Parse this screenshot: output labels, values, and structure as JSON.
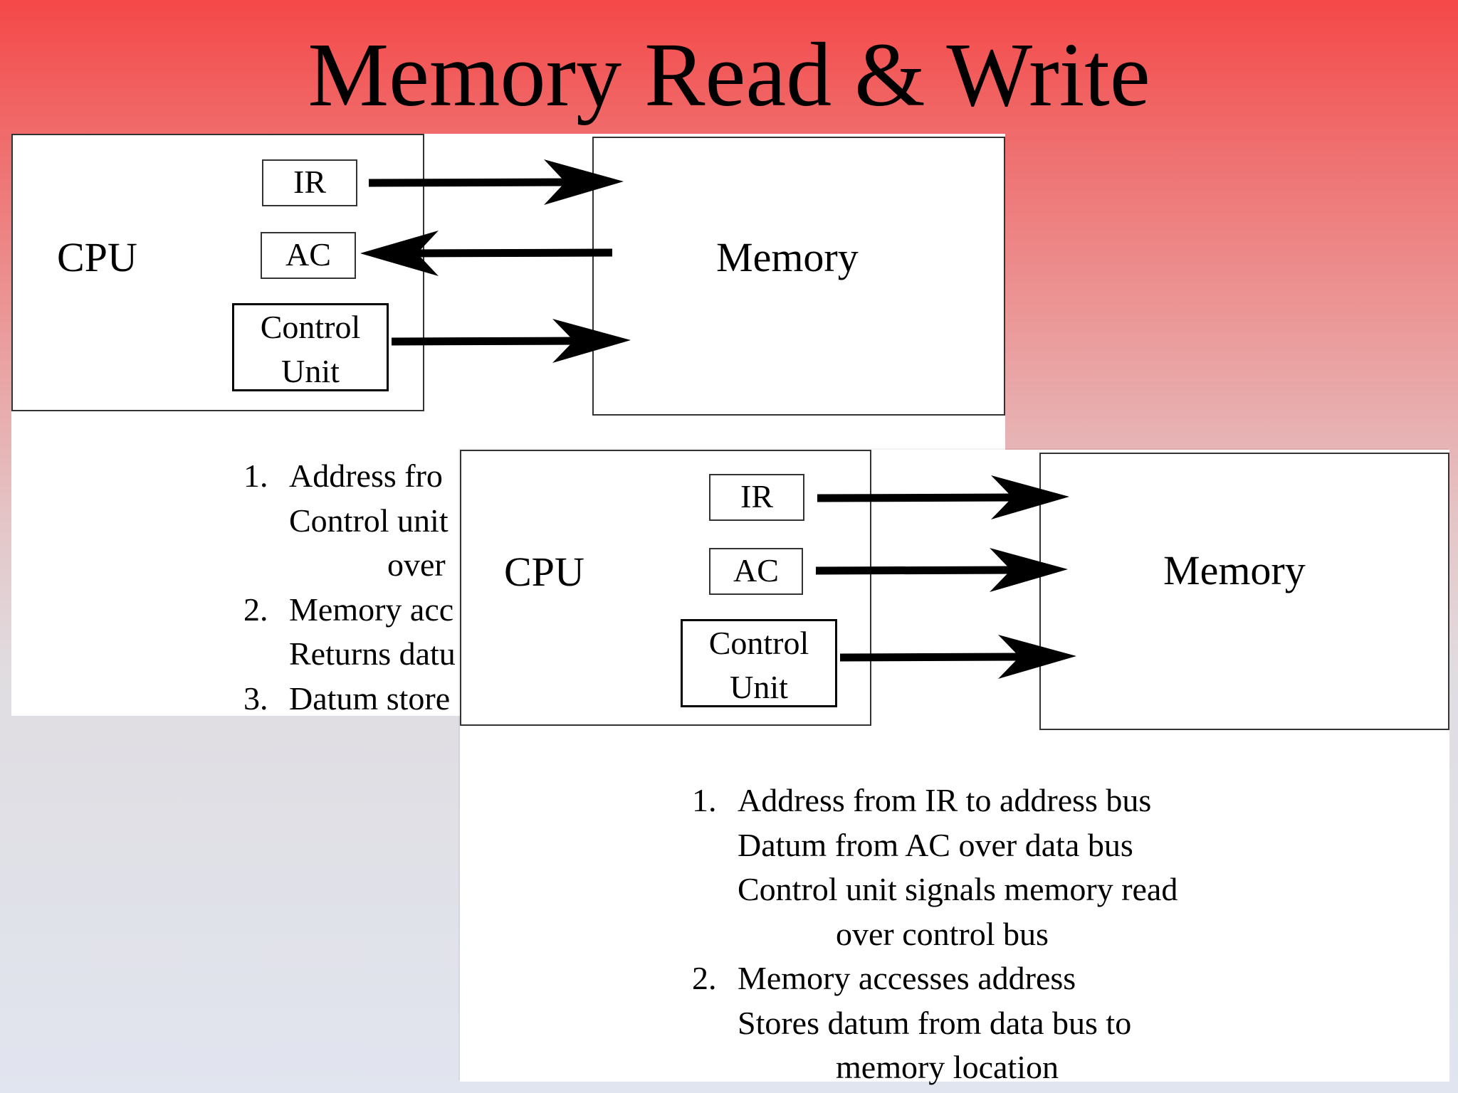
{
  "title": "Memory Read & Write",
  "read_slide": {
    "cpu_label": "CPU",
    "memory_label": "Memory",
    "ir_label": "IR",
    "ac_label": "AC",
    "control_label_1": "Control",
    "control_label_2": "Unit",
    "steps": [
      {
        "num": "1.",
        "text": "Address fro"
      },
      {
        "num": "",
        "text": "Control unit"
      },
      {
        "num": "",
        "text": "over",
        "indent": true
      },
      {
        "num": "2.",
        "text": "Memory acc"
      },
      {
        "num": "",
        "text": "Returns datu"
      },
      {
        "num": "3.",
        "text": "Datum store"
      }
    ]
  },
  "write_slide": {
    "cpu_label": "CPU",
    "memory_label": "Memory",
    "ir_label": "IR",
    "ac_label": "AC",
    "control_label_1": "Control",
    "control_label_2": "Unit",
    "steps": [
      {
        "num": "1.",
        "text": "Address from IR to address bus"
      },
      {
        "num": "",
        "text": "Datum from AC over data bus"
      },
      {
        "num": "",
        "text": "Control unit signals memory read"
      },
      {
        "num": "",
        "text": "over control bus",
        "indent": true
      },
      {
        "num": "2.",
        "text": "Memory accesses address"
      },
      {
        "num": "",
        "text": "Stores datum from data bus to"
      },
      {
        "num": "",
        "text": "memory location",
        "indent": true
      }
    ]
  }
}
